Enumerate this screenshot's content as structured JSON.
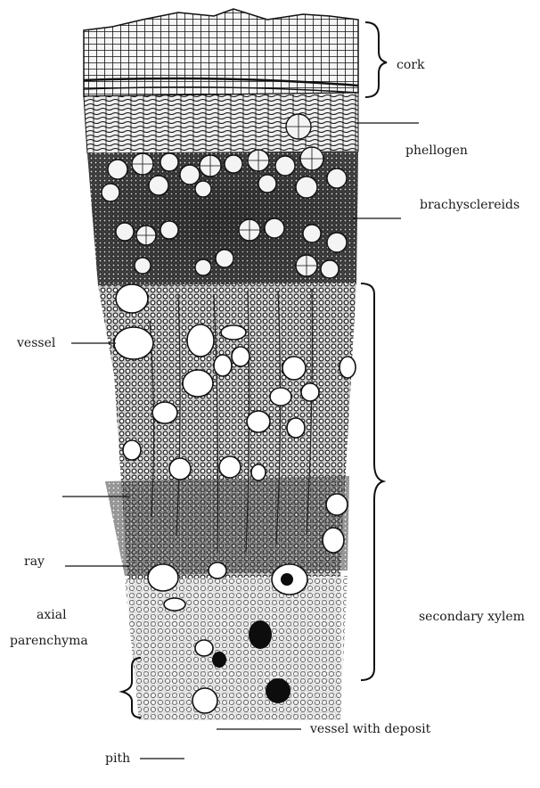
{
  "labels": {
    "cork": "cork",
    "phellogen": "phellogen",
    "brachysclereids": "brachysclereids",
    "vessel": "vessel",
    "ray": "ray",
    "axial": "axial",
    "parenchyma": "parenchyma",
    "secondary_xylem": "secondary xylem",
    "vessel_with_deposit": "vessel with deposit",
    "pith": "pith"
  }
}
